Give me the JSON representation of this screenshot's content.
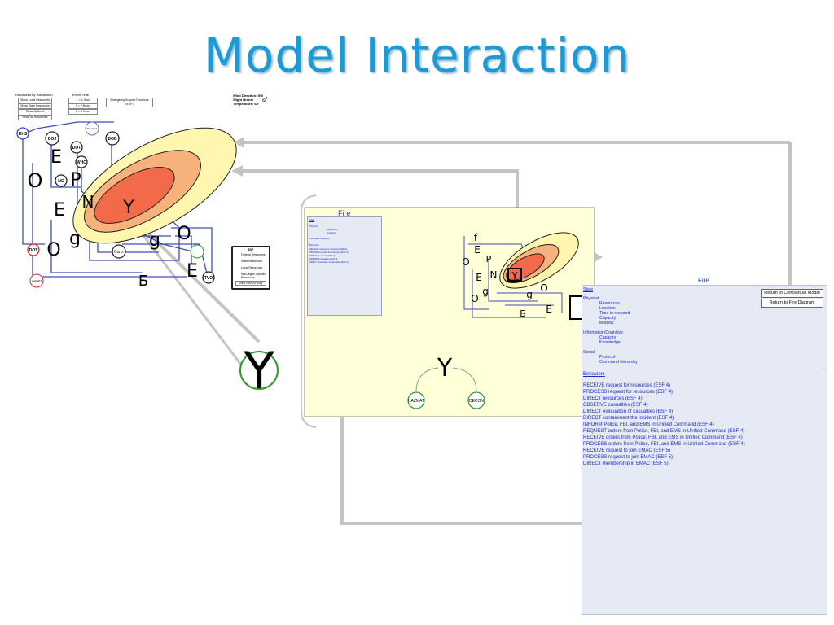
{
  "title": "Model Interaction",
  "left_controls": {
    "header_resources": "Resources by Jurisdiction",
    "header_time": "Event Time",
    "resource_buttons": [
      "Show Local Resources",
      "Show State Resources",
      "Show National Resources",
      "Show All Resources"
    ],
    "time_buttons": [
      "1 = 1 Hour",
      "1 = 2 Hours",
      "1 = 3 Hours"
    ],
    "esf_button": "Emergency Support Functions (ESF)"
  },
  "weather": {
    "line1": "Wind Direction: SW",
    "line2": "Slight Breeze",
    "line3": "Temperature: 68°"
  },
  "left_nodes": {
    "dhs": "DHS",
    "doj": "DOJ",
    "dot_top": "DOT",
    "dod": "DOD",
    "who": "WHO",
    "ng": "NG",
    "dot_left": "DOT",
    "corp": "Corp.",
    "tvo": "TVO",
    "hazmat": "HAZMAT",
    "president": "President"
  },
  "legend": {
    "title": "ESF",
    "items": [
      "Federal Resources",
      "State Resources",
      "Local Resources",
      "Non-region specific Resources"
    ],
    "button": "View Set/ESF Key"
  },
  "big_letters": {
    "e1": "E",
    "p": "P",
    "o1": "O",
    "e2": "E",
    "n": "N",
    "y": "Y",
    "g1": "g",
    "o2": "O",
    "g2": "g",
    "o3": "O",
    "e3": "E",
    "b": "Б",
    "big_y": "Y"
  },
  "center": {
    "fire_label": "Fire",
    "y_glyph": "Y",
    "hazmat_label": "HAZMAT",
    "decon_label": "DECON"
  },
  "fire_panel": {
    "title": "Fire",
    "state_link": "State",
    "buttons": [
      "Return to Conceptual Model",
      "Return to Fire Diagram"
    ],
    "physical_header": "Physical",
    "physical_items": [
      "Resources",
      "Location",
      "Time to respond",
      "Capacity",
      "Mobility"
    ],
    "info_header": "Information/Cognitive",
    "info_items": [
      "Capacity",
      "Knowledge"
    ],
    "social_header": "Social",
    "social_items": [
      "Protocol",
      "Command hierarchy"
    ],
    "behaviors_link": "Behaviors",
    "behaviors": [
      "RECEIVE request for resources (ESF 4)",
      "PROCESS request for resources (ESF 4)",
      "DIRECT resources (ESF 4)",
      "OBSERVE casualties (ESF 4)",
      "DIRECT evacuation of casualties (ESF 4)",
      "DIRECT containment the incident (ESF 4)",
      "INFORM Police, FBI, and EMS in Unified Command (ESF 4)",
      "REQUEST orders from Police, FBI, and EMS in Unified Command (ESF 4)",
      "RECEIVE orders from Police, FBI, and EMS in Unified Command (ESF 4)",
      "PROCESS orders from Police, FBI, and EMS in Unified Command (ESF 4)",
      "RECEIVE request to join EMAC (ESF 5)",
      "PROCESS request to join EMAC (ESF 5)",
      "DIRECT membership in EMAC (ESF 5)"
    ]
  },
  "colors": {
    "title": "#1a9ad6",
    "link": "#1c2bbf",
    "panel_bg": "#e6eaf5",
    "connector": "#c0c0c0",
    "plume_outer": "#fff7b0",
    "plume_mid": "#f6b27a",
    "plume_inner": "#f26a4a"
  }
}
